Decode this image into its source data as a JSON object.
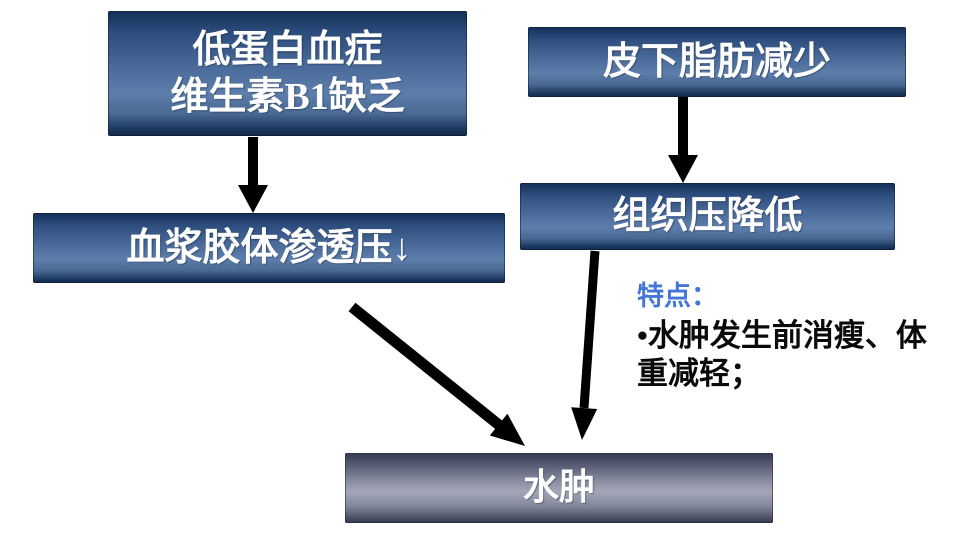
{
  "diagram": {
    "boxes": [
      {
        "name": "hypoproteinemia-vitaminB1-deficiency",
        "lines": [
          "低蛋白血症",
          "维生素B1缺乏"
        ]
      },
      {
        "name": "subcutaneous-fat-loss",
        "lines": [
          "皮下脂肪减少"
        ]
      },
      {
        "name": "plasma-colloid-osmotic-pressure-down",
        "lines": [
          "血浆胶体渗透压↓"
        ]
      },
      {
        "name": "tissue-pressure-decrease",
        "lines": [
          "组织压降低"
        ]
      },
      {
        "name": "edema",
        "lines": [
          "水肿"
        ]
      }
    ],
    "edges": [
      {
        "from": "hypoproteinemia-vitaminB1-deficiency",
        "to": "plasma-colloid-osmotic-pressure-down"
      },
      {
        "from": "subcutaneous-fat-loss",
        "to": "tissue-pressure-decrease"
      },
      {
        "from": "plasma-colloid-osmotic-pressure-down",
        "to": "edema"
      },
      {
        "from": "tissue-pressure-decrease",
        "to": "edema"
      }
    ],
    "note": {
      "heading": "特点：",
      "bullet": "•水肿发生前消瘦、体重减轻；"
    },
    "colors": {
      "box_blue_top": "#142f55",
      "box_blue_mid": "#5d7dab",
      "box_gray_mid": "#a2a6b7",
      "note_heading_blue": "#4376d9",
      "arrow_black": "#000000",
      "box_text_white": "#ffffff",
      "background": "#ffffff"
    }
  }
}
